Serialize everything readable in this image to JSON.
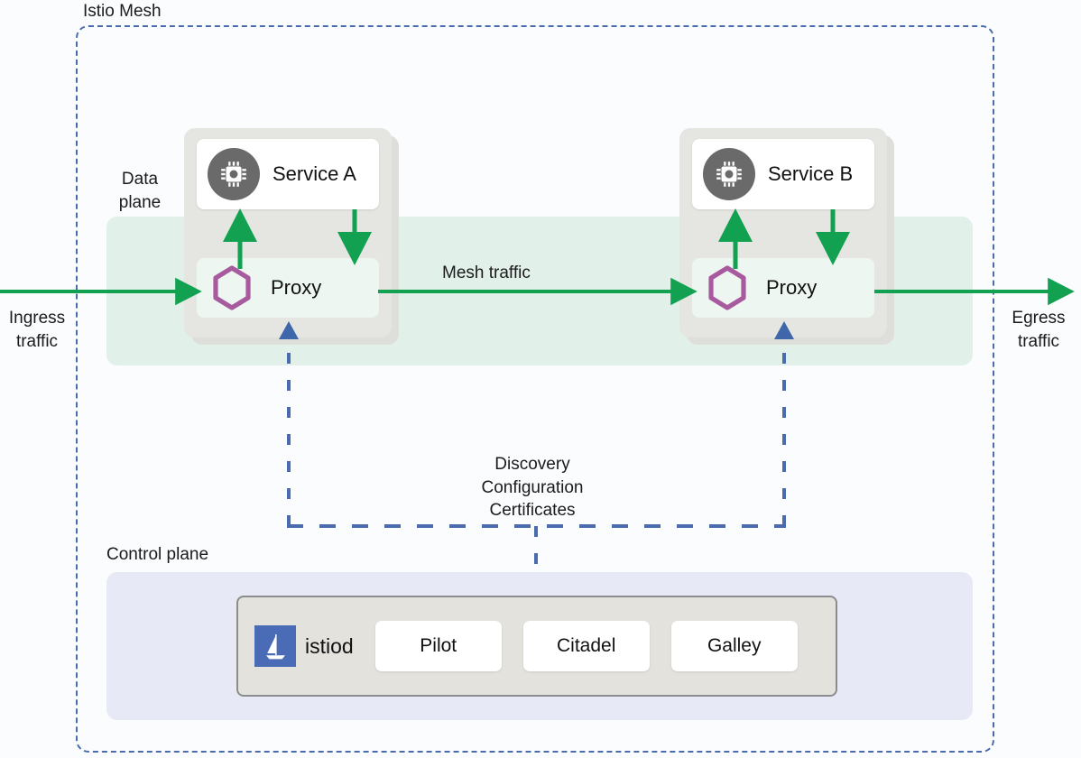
{
  "diagram": {
    "title": "Istio Mesh",
    "mesh_label": "Istio Mesh"
  },
  "planes": {
    "data_plane_label": "Data\nplane",
    "data_plane_label_line1": "Data",
    "data_plane_label_line2": "plane",
    "control_plane_label": "Control plane"
  },
  "traffic": {
    "ingress_line1": "Ingress",
    "ingress_line2": "traffic",
    "egress_line1": "Egress",
    "egress_line2": "traffic",
    "mesh_traffic": "Mesh traffic"
  },
  "control_channel": {
    "line1": "Discovery",
    "line2": "Configuration",
    "line3": "Certificates"
  },
  "pods": [
    {
      "service_name": "Service A",
      "proxy_name": "Proxy",
      "service_icon": "cpu-chip-icon",
      "proxy_icon": "hexagon-envoy-icon"
    },
    {
      "service_name": "Service B",
      "proxy_name": "Proxy",
      "service_icon": "cpu-chip-icon",
      "proxy_icon": "hexagon-envoy-icon"
    }
  ],
  "istiod": {
    "name": "istiod",
    "logo_icon": "istio-sailboat-icon",
    "components": [
      {
        "label": "Pilot"
      },
      {
        "label": "Citadel"
      },
      {
        "label": "Galley"
      }
    ]
  },
  "colors": {
    "mesh_border": "#4a6bae",
    "data_plane_bg": "#e2f0ea",
    "control_plane_bg": "#e7eaf6",
    "traffic_arrow": "#12a150",
    "config_arrow": "#4a6bae",
    "proxy_hexagon": "#a85a9e",
    "service_badge": "#6a6a6a",
    "istiod_logo_bg": "#4a6bb5",
    "istiod_box_bg": "#e3e2dd",
    "canvas_bg": "#fbfcfe"
  }
}
